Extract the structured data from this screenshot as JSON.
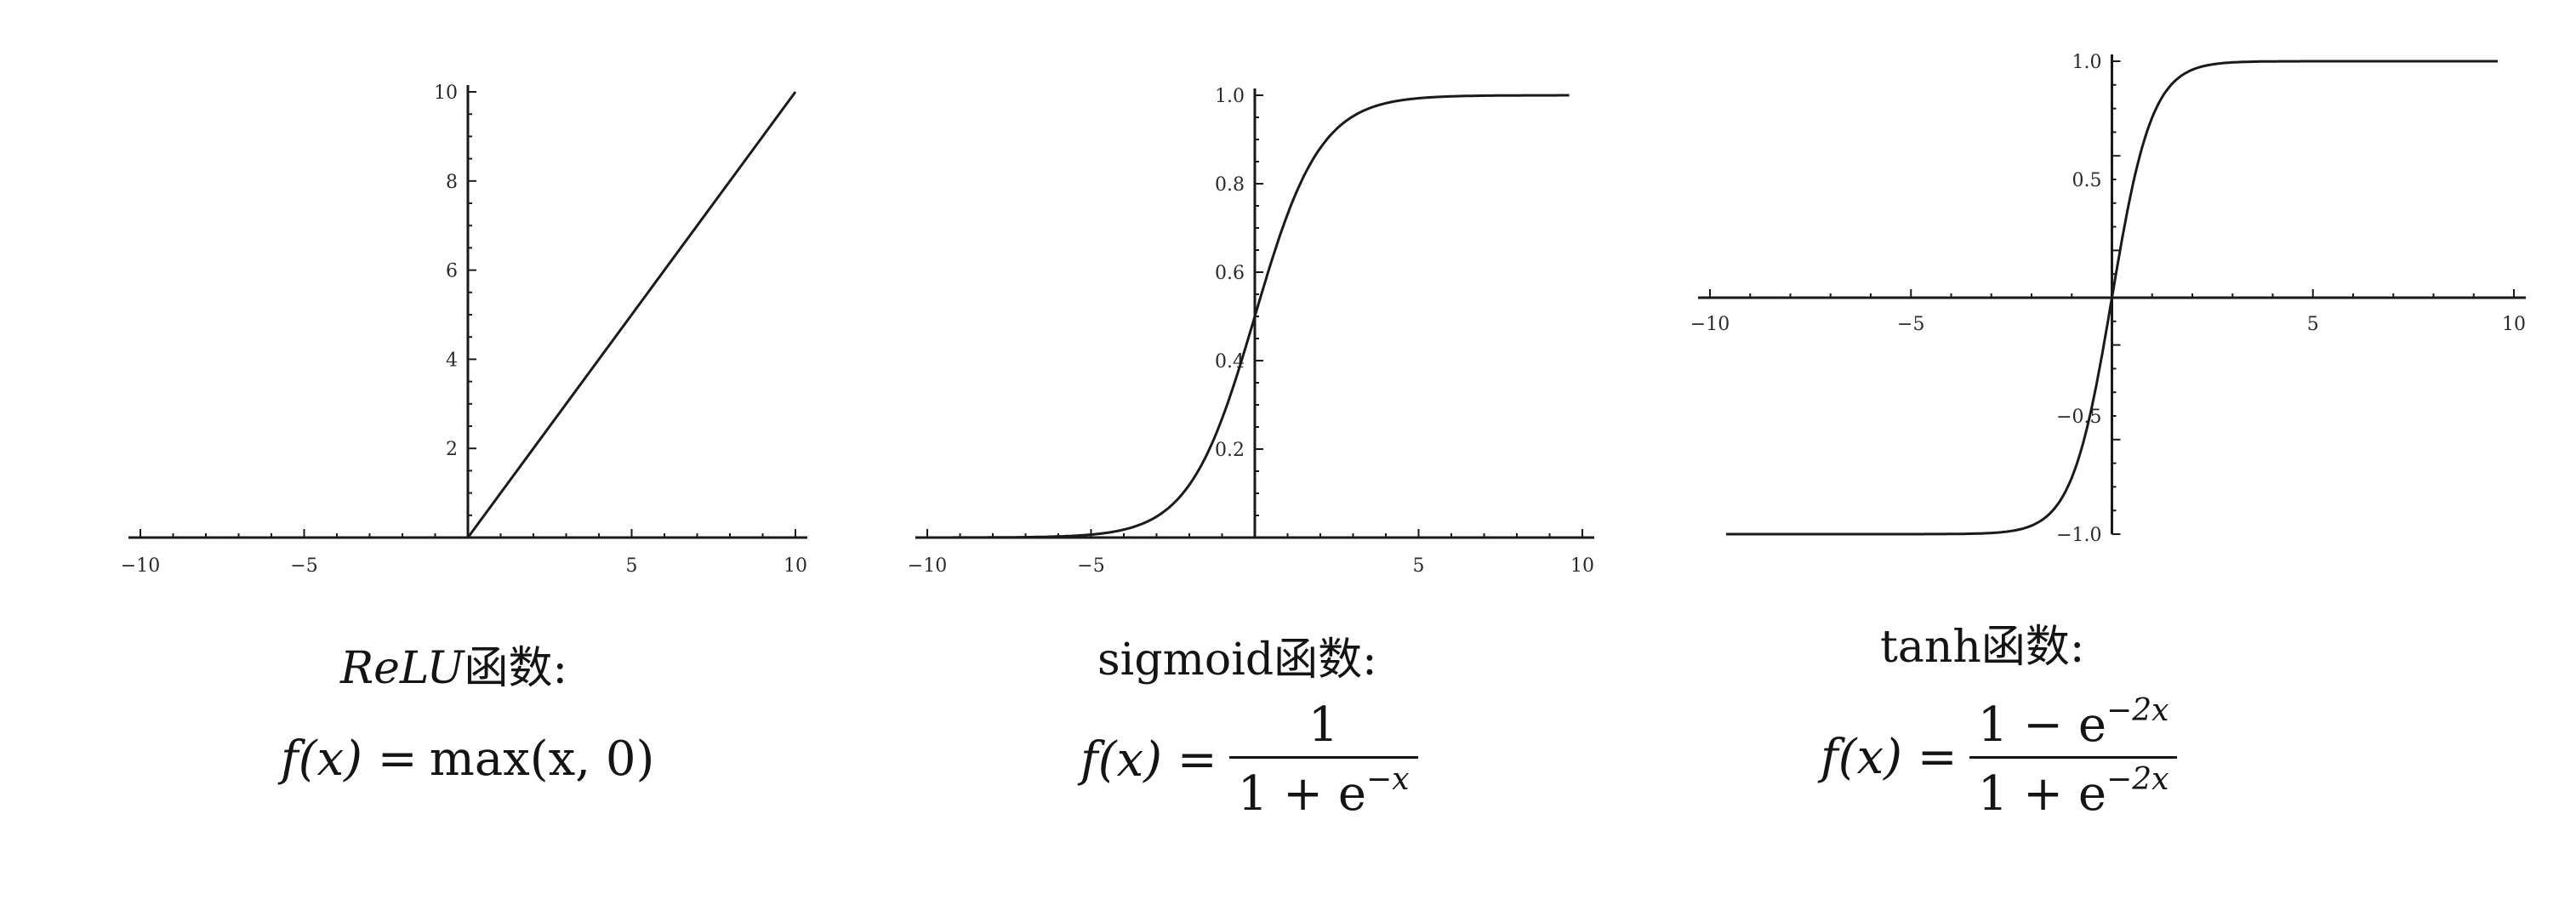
{
  "chart_data": [
    {
      "type": "line",
      "function": "relu",
      "series": [
        {
          "x": [
            -10,
            0,
            10
          ],
          "y": [
            0,
            0,
            10
          ]
        }
      ],
      "xlim": [
        -10,
        10
      ],
      "ylim": [
        0,
        10
      ],
      "x_ticks": [
        "-10",
        "-5",
        "5",
        "10"
      ],
      "y_ticks": [
        "2",
        "4",
        "6",
        "8",
        "10"
      ],
      "grid": false,
      "caption": {
        "name": "ReLU",
        "suffix": "函数:"
      },
      "formula": {
        "lhs": "f(x) =",
        "rhs": "max(x, 0)"
      }
    },
    {
      "type": "line",
      "function": "sigmoid",
      "series": [
        {
          "x": [
            -10,
            -5,
            -3,
            -2,
            -1,
            0,
            1,
            2,
            3,
            5,
            10
          ],
          "y": [
            0.0,
            0.007,
            0.047,
            0.119,
            0.269,
            0.5,
            0.731,
            0.881,
            0.953,
            0.993,
            1.0
          ]
        }
      ],
      "xlim": [
        -10,
        10
      ],
      "ylim": [
        0,
        1
      ],
      "x_ticks": [
        "-10",
        "-5",
        "5",
        "10"
      ],
      "y_ticks": [
        "0.2",
        "0.4",
        "0.6",
        "0.8",
        "1.0"
      ],
      "grid": false,
      "caption": {
        "name": "sigmoid",
        "suffix": "函数:"
      },
      "formula": {
        "lhs": "f(x) =",
        "numerator": "1",
        "denominator_base": "1 + e",
        "denominator_exp": "−x"
      }
    },
    {
      "type": "line",
      "function": "tanh",
      "series": [
        {
          "x": [
            -10,
            -3,
            -2,
            -1,
            0,
            1,
            2,
            3,
            10
          ],
          "y": [
            -1.0,
            -0.995,
            -0.964,
            -0.762,
            0.0,
            0.762,
            0.964,
            0.995,
            1.0
          ]
        }
      ],
      "xlim": [
        -10,
        10
      ],
      "ylim": [
        -1,
        1
      ],
      "x_ticks": [
        "-10",
        "-5",
        "5",
        "10"
      ],
      "y_ticks": [
        "-1.0",
        "-0.5",
        "0.5",
        "1.0"
      ],
      "grid": false,
      "caption": {
        "name": "tanh",
        "suffix": "函数:"
      },
      "formula": {
        "lhs": "f(x) =",
        "num_base": "1 − e",
        "num_exp": "−2x",
        "denominator_base": "1 + e",
        "denominator_exp": "−2x"
      }
    }
  ]
}
